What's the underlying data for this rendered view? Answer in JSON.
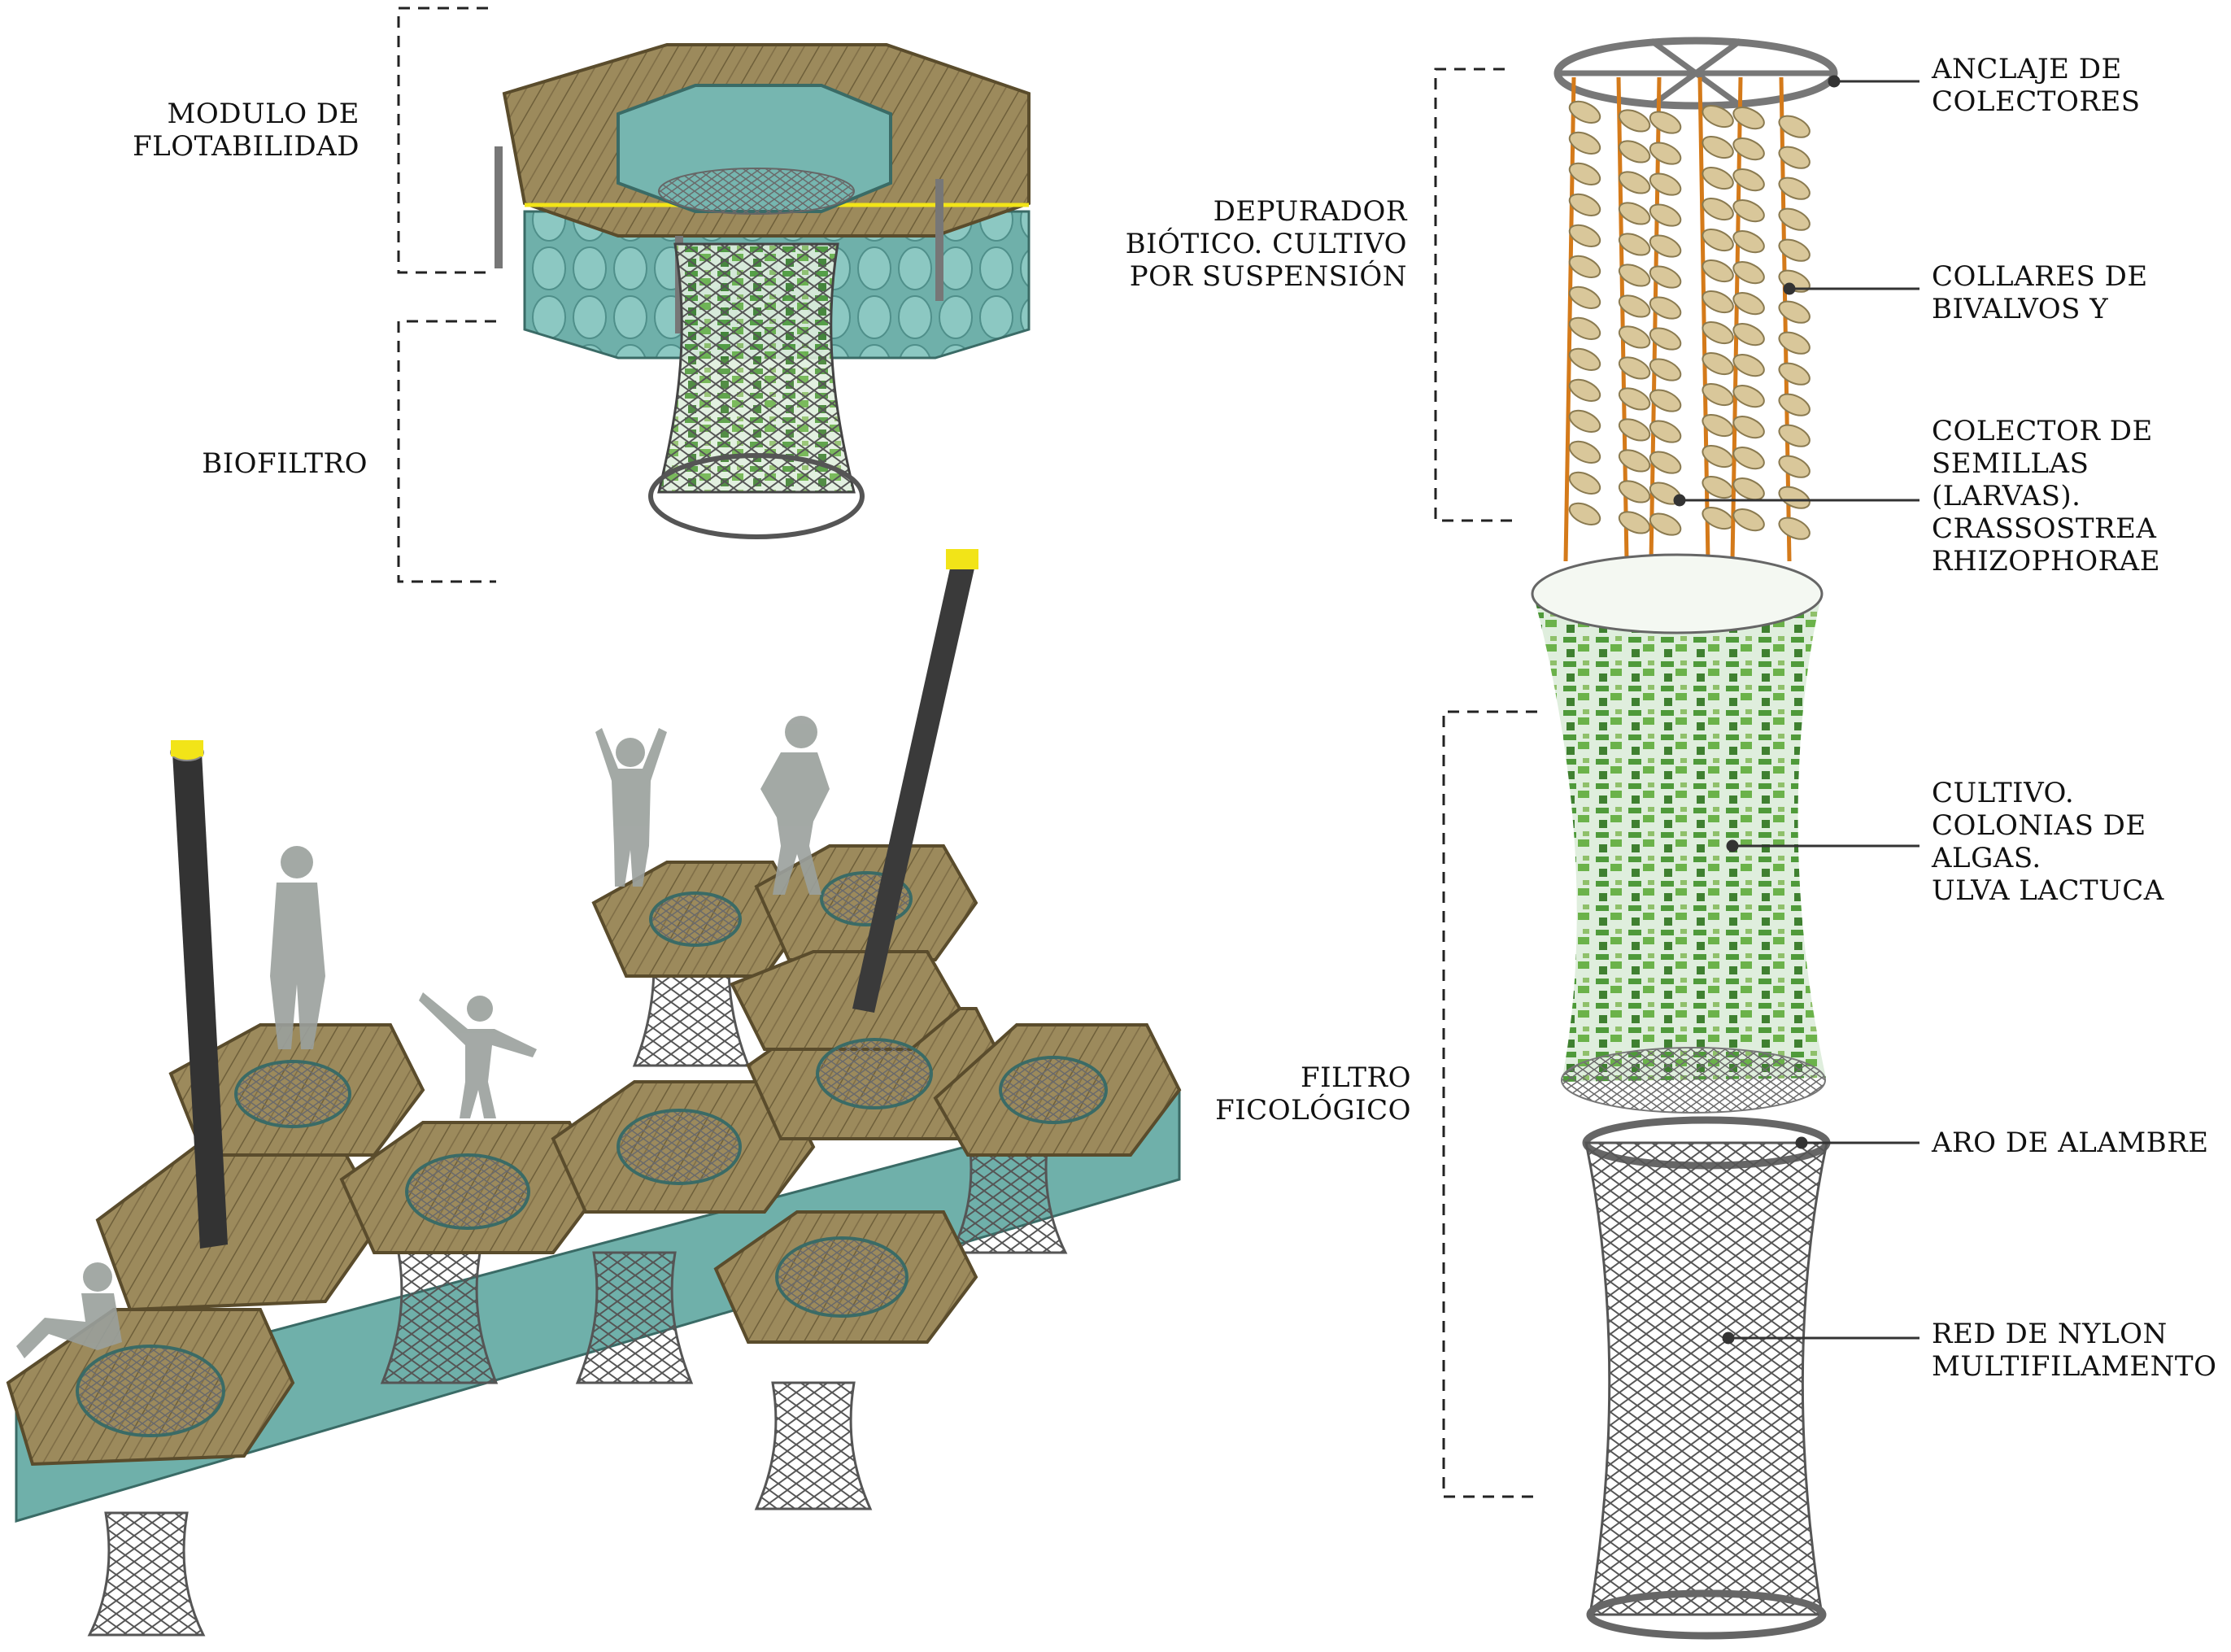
{
  "labels": {
    "modulo": "MODULO DE\nFLOTABILIDAD",
    "biofiltro": "BIOFILTRO",
    "depurador": "DEPURADOR\nBIÓTICO. CULTIVO\nPOR SUSPENSIÓN",
    "filtro": "FILTRO\nFICOLÓGICO",
    "anclaje": "ANCLAJE DE\nCOLECTORES",
    "collares": "COLLARES DE\nBIVALVOS Y",
    "colector": "COLECTOR DE\nSEMILLAS\n(LARVAS).\nCRASSOSTREA\nRHIZOPHORAE",
    "cultivo": "CULTIVO.\nCOLONIAS DE\nALGAS.\nULVA LACTUCA",
    "aro": "ARO DE ALAMBRE",
    "red": "RED DE NYLON\nMULTIFILAMENTO"
  },
  "colors": {
    "deck": "#9c8a5c",
    "deck_line": "#6e5f3a",
    "water": "#7fb8b4",
    "algae": "#4f9a3a",
    "mesh": "#555555",
    "mast": "#333333",
    "mast_cap": "#f2e418",
    "figure": "#9aa09c",
    "shell": "#d9c79a",
    "rope": "#d47a1a"
  }
}
